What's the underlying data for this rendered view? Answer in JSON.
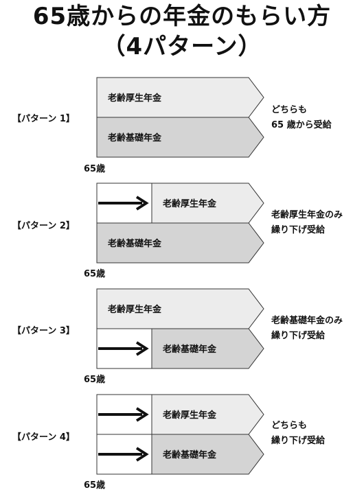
{
  "title": {
    "line1": "65歳からの年金のもらい方",
    "line2": "（4パターン）"
  },
  "patterns": [
    {
      "label": "【パターン 1】",
      "age": "65歳",
      "top_bar": {
        "text": "老齢厚生年金",
        "deferred": false
      },
      "bottom_bar": {
        "text": "老齢基礎年金",
        "deferred": false
      },
      "description": [
        "どちらも",
        "65 歳から受給"
      ]
    },
    {
      "label": "【パターン 2】",
      "age": "65歳",
      "top_bar": {
        "text": "老齢厚生年金",
        "deferred": true
      },
      "bottom_bar": {
        "text": "老齢基礎年金",
        "deferred": false
      },
      "description": [
        "老齢厚生年金のみ",
        "繰り下げ受給"
      ]
    },
    {
      "label": "【パターン 3】",
      "age": "65歳",
      "top_bar": {
        "text": "老齢厚生年金",
        "deferred": false
      },
      "bottom_bar": {
        "text": "老齢基礎年金",
        "deferred": true
      },
      "description": [
        "老齢基礎年金のみ",
        "繰り下げ受給"
      ]
    },
    {
      "label": "【パターン 4】",
      "age": "65歳",
      "top_bar": {
        "text": "老齢厚生年金",
        "deferred": true
      },
      "bottom_bar": {
        "text": "老齢基礎年金",
        "deferred": true
      },
      "description": [
        "どちらも",
        "繰り下げ受給"
      ]
    }
  ],
  "colors": {
    "kosei_fill": "#ececec",
    "kiso_fill": "#d4d4d4",
    "outline": "#333333",
    "arrow": "#111111"
  }
}
